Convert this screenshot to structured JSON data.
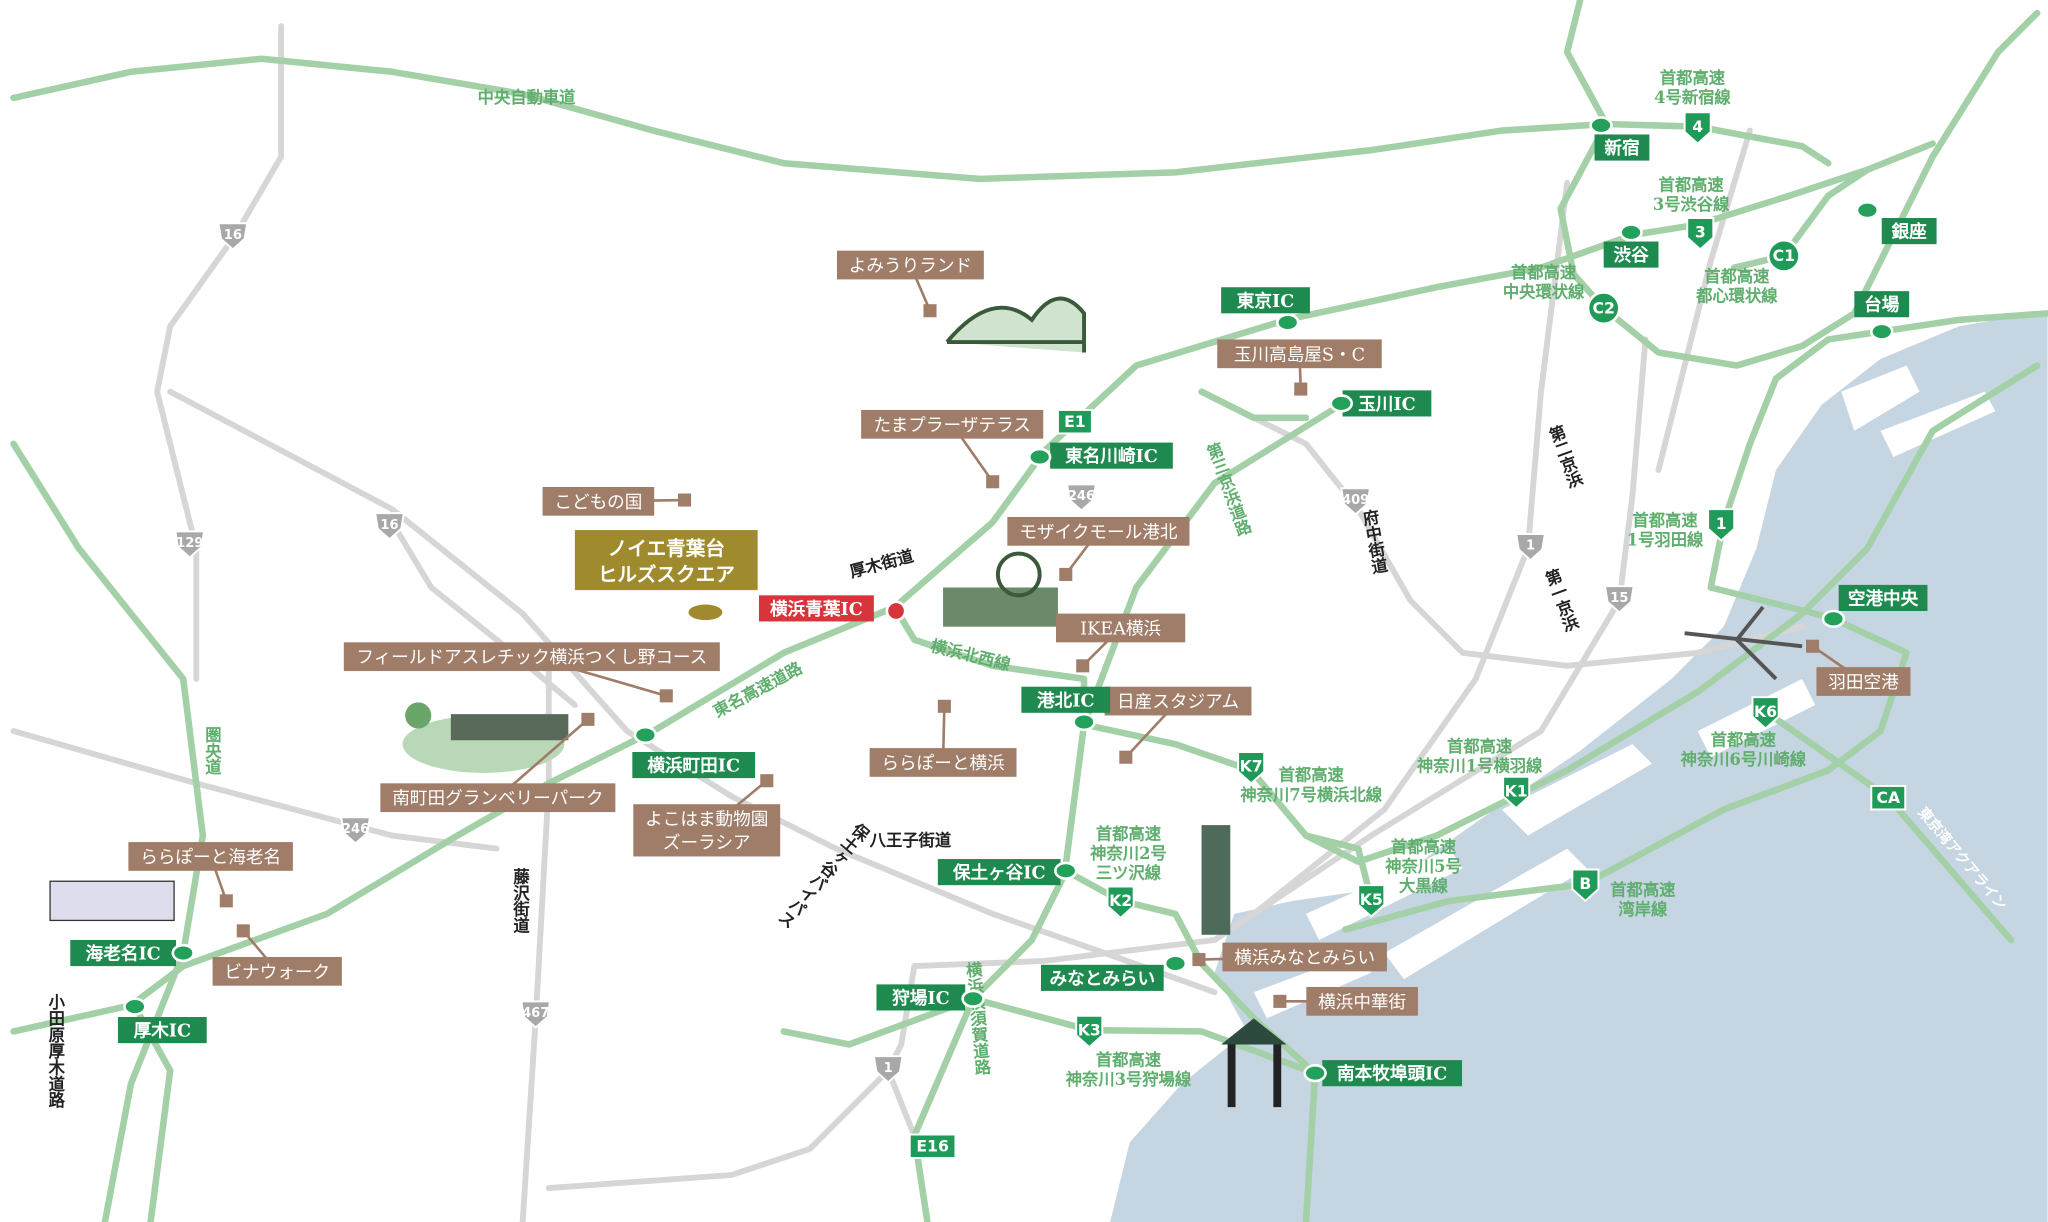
{
  "colors": {
    "poi": "#a07d68",
    "ic": "#1f8a4f",
    "property": "#a08a2e",
    "aoba_ic": "#d7343c",
    "green_road": "#a3d0a6",
    "gray_road": "#d6d6d6",
    "water": "#c5d5e2"
  },
  "property": {
    "line1": "ノイエ青葉台",
    "line2": "ヒルズスクエア"
  },
  "aoba_ic": {
    "label": "横浜青葉IC"
  },
  "poi_labels": [
    {
      "label": "よみうりランド"
    },
    {
      "label": "玉川高島屋S・C"
    },
    {
      "label": "たまプラーザテラス"
    },
    {
      "label": "こどもの国"
    },
    {
      "label": "モザイクモール港北"
    },
    {
      "label": "IKEA横浜"
    },
    {
      "label": "フィールドアスレチック横浜つくし野コース"
    },
    {
      "label": "日産スタジアム"
    },
    {
      "label": "ららぽーと横浜"
    },
    {
      "label": "南町田グランベリーパーク"
    },
    {
      "label": "よこはま動物園",
      "label2": "ズーラシア"
    },
    {
      "label": "ららぽーと海老名"
    },
    {
      "label": "ビナウォーク"
    },
    {
      "label": "横浜みなとみらい"
    },
    {
      "label": "横浜中華街"
    },
    {
      "label": "羽田空港"
    }
  ],
  "ic_labels": [
    {
      "label": "新宿"
    },
    {
      "label": "渋谷"
    },
    {
      "label": "銀座"
    },
    {
      "label": "台場"
    },
    {
      "label": "東京IC"
    },
    {
      "label": "玉川IC"
    },
    {
      "label": "東名川崎IC"
    },
    {
      "label": "港北IC"
    },
    {
      "label": "横浜町田IC"
    },
    {
      "label": "保土ヶ谷IC"
    },
    {
      "label": "みなとみらい"
    },
    {
      "label": "狩場IC"
    },
    {
      "label": "南本牧埠頭IC"
    },
    {
      "label": "海老名IC"
    },
    {
      "label": "厚木IC"
    },
    {
      "label": "空港中央"
    }
  ],
  "route_shields": [
    "4",
    "3",
    "C1",
    "C2",
    "1",
    "K6",
    "K7",
    "K1",
    "K5",
    "B",
    "K2",
    "K3",
    "CA",
    "E1",
    "E16"
  ],
  "route_names": [
    [
      "首都高速",
      "4号新宿線"
    ],
    [
      "首都高速",
      "3号渋谷線"
    ],
    [
      "首都高速",
      "中央環状線"
    ],
    [
      "首都高速",
      "都心環状線"
    ],
    [
      "首都高速",
      "1号羽田線"
    ],
    [
      "首都高速",
      "神奈川6号川崎線"
    ],
    [
      "首都高速",
      "神奈川1号横羽線"
    ],
    [
      "首都高速",
      "神奈川7号横浜北線"
    ],
    [
      "首都高速",
      "神奈川2号",
      "三ツ沢線"
    ],
    [
      "首都高速",
      "神奈川5号",
      "大黒線"
    ],
    [
      "首都高速",
      "湾岸線"
    ],
    [
      "首都高速",
      "神奈川3号狩場線"
    ]
  ],
  "road_names": [
    {
      "label": "中央自動車道"
    },
    {
      "label": "厚木街道"
    },
    {
      "label": "東名高速道路"
    },
    {
      "label": "横浜北西線"
    },
    {
      "label": "第三京浜道路"
    },
    {
      "label": "府中街道"
    },
    {
      "label": "第二京浜"
    },
    {
      "label": "第一京浜"
    },
    {
      "label": "八王子街道"
    },
    {
      "label": "保土ヶ谷バイパス"
    },
    {
      "label": "藤沢街道"
    },
    {
      "label": "圏央道"
    },
    {
      "label": "小田原厚木道路"
    },
    {
      "label": "横浜横須賀道路"
    },
    {
      "label": "東京湾アクアライン"
    }
  ],
  "national_routes": [
    "16",
    "16",
    "129",
    "246",
    "246",
    "409",
    "1",
    "15",
    "467",
    "1"
  ]
}
